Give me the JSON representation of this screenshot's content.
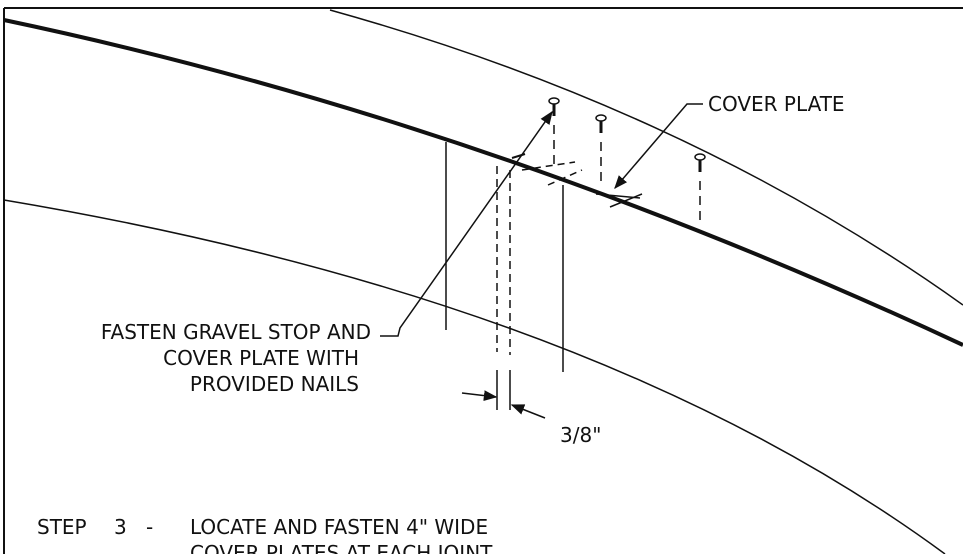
{
  "callouts": {
    "cover_plate": "COVER PLATE",
    "fasten_lines": [
      "FASTEN GRAVEL STOP AND",
      "COVER PLATE WITH",
      "PROVIDED NAILS"
    ],
    "gap": "3/8\""
  },
  "step": {
    "label": "STEP",
    "number": "3",
    "dash": "-",
    "lines": [
      "LOCATE AND FASTEN 4\" WIDE",
      "COVER PLATES AT EACH JOINT"
    ]
  },
  "colors": {
    "ink": "#111111",
    "paper": "#ffffff"
  }
}
